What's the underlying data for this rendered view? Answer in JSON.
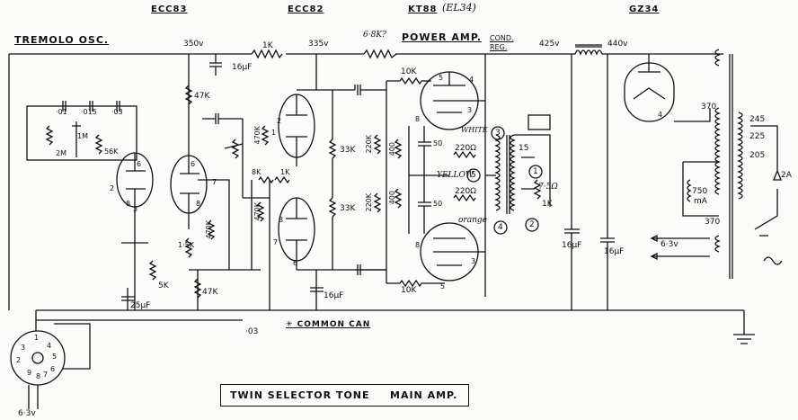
{
  "headers": {
    "ecc83": "ECC83",
    "ecc82": "ECC82",
    "kt88": "KT88",
    "el34": "(EL34)",
    "gz34": "GZ34",
    "tremolo_osc": "TREMOLO OSC.",
    "power_amp": "POWER AMP.",
    "cond_reg": "COND. REG."
  },
  "voltages": {
    "v350": "350v",
    "v335": "335v",
    "v425": "425v",
    "v440": "440v",
    "v63_left": "6·3v",
    "v63_right": "6·3v"
  },
  "components": {
    "r_1k_top": "1K",
    "r_68k_q": "6·8K?",
    "c_16uf_top": "16µF",
    "r_47k_a": "47K",
    "c_01": "·01",
    "c_015": "·015",
    "c_03_a": "·03",
    "r_2m": "2M",
    "r_1m_pot": "1M",
    "r_56k": "56K",
    "c_25uf": "25µF",
    "r_5k": "5K",
    "r_15k": "1·5K",
    "r_470k_a": "470K",
    "r_47k_b": "47K",
    "r_8k": "8K",
    "r_1k_b": "1K",
    "r_470k_b": "470K",
    "r_470k_c": "470K",
    "r_33k_a": "33K",
    "r_33k_b": "33K",
    "c_16uf_mid": "16µF",
    "c_03_b": "·03",
    "r_220k_a": "220K",
    "r_220k_b": "220K",
    "r_400_a": "400",
    "r_400_b": "400",
    "c_50_a": "50",
    "c_50_b": "50",
    "r_10k_a": "10K",
    "r_10k_b": "10K",
    "r_220_a": "220Ω",
    "r_220_b": "220Ω",
    "c_16uf_r1": "16µF",
    "c_16uf_r2": "16µF",
    "choke_750": "750",
    "choke_ma": "mA",
    "tap_370_top": "370",
    "tap_245": "245",
    "tap_225": "225",
    "tap_205": "205",
    "tap_370_bot": "370",
    "fuse_2a": "2A",
    "speaker_75": "7·5Ω",
    "speaker_15": "15",
    "out_1k": "1K"
  },
  "wire_notes": {
    "yellow": "YELLOW",
    "orange": "orange",
    "white": "WHITE",
    "num_3": "3",
    "num_5": "5",
    "num_4": "4",
    "num_1": "1",
    "num_2": "2"
  },
  "common_can": "✳ COMMON CAN",
  "footer": {
    "twin_selector": "TWIN SELECTOR TONE",
    "main_amp": "MAIN AMP."
  },
  "socket_pins": [
    "1",
    "2",
    "3",
    "4",
    "5",
    "6",
    "7",
    "8",
    "9"
  ],
  "pin_labels": {
    "p6a": "6",
    "p8a": "8",
    "p7a": "7",
    "p1a": "1",
    "p2a": "2",
    "p3a": "3",
    "p6b": "6",
    "p8b": "8",
    "p7b": "7",
    "p4c": "4",
    "p8c": "8",
    "p3c": "3",
    "p5c": "5",
    "p8d": "8",
    "p3d": "3",
    "p5d": "5",
    "p2e": "2",
    "p8e": "8",
    "p6e": "6",
    "p4e": "4"
  }
}
